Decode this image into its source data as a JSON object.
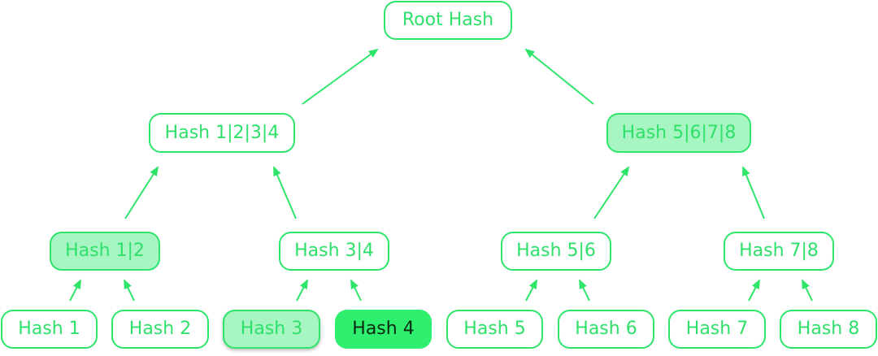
{
  "diagram": {
    "accent_color": "#2ee56a",
    "proof_fill_color": "#a7f5c2",
    "target_fill_color": "#2ef06e",
    "nodes": {
      "root": {
        "label": "Root Hash",
        "state": "normal"
      },
      "h1234": {
        "label": "Hash 1|2|3|4",
        "state": "normal"
      },
      "h5678": {
        "label": "Hash 5|6|7|8",
        "state": "proof"
      },
      "h12": {
        "label": "Hash 1|2",
        "state": "proof"
      },
      "h34": {
        "label": "Hash 3|4",
        "state": "normal"
      },
      "h56": {
        "label": "Hash 5|6",
        "state": "normal"
      },
      "h78": {
        "label": "Hash 7|8",
        "state": "normal"
      },
      "h1": {
        "label": "Hash 1",
        "state": "normal"
      },
      "h2": {
        "label": "Hash 2",
        "state": "normal"
      },
      "h3": {
        "label": "Hash 3",
        "state": "proof"
      },
      "h4": {
        "label": "Hash 4",
        "state": "target"
      },
      "h5": {
        "label": "Hash 5",
        "state": "normal"
      },
      "h6": {
        "label": "Hash 6",
        "state": "normal"
      },
      "h7": {
        "label": "Hash 7",
        "state": "normal"
      },
      "h8": {
        "label": "Hash 8",
        "state": "normal"
      }
    }
  }
}
